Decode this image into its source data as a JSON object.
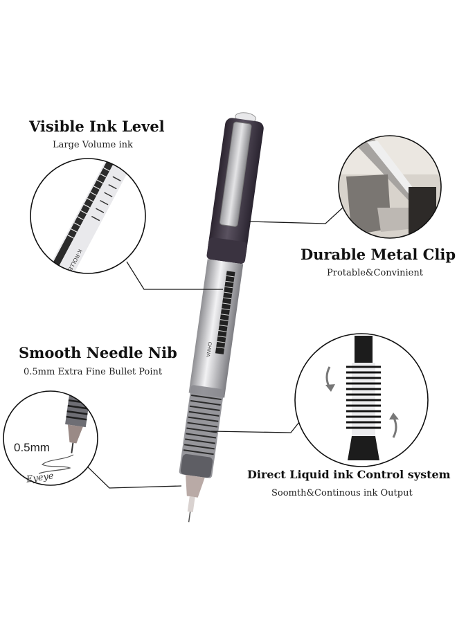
{
  "features": {
    "ink_level": {
      "title": "Visible Ink Level",
      "subtitle": "Large Volume ink"
    },
    "metal_clip": {
      "title": "Durable Metal Clip",
      "subtitle": "Protable&Convinient"
    },
    "needle_nib": {
      "title": "Smooth Needle Nib",
      "subtitle": "0.5mm Extra Fine Bullet Point"
    },
    "ink_control": {
      "title": "Direct Liquid ink Control system",
      "subtitle": "Soomth&Continous ink Output"
    }
  },
  "nib_callout": {
    "size_label": "0.5mm",
    "handwriting": "Eyeye"
  },
  "pen_barrel_text": {
    "brand": "CHINA",
    "model": "K-ROLLER"
  },
  "colors": {
    "barrel": "#4a4350",
    "silver": "#c9c9cc",
    "line": "#1a1a1a"
  }
}
